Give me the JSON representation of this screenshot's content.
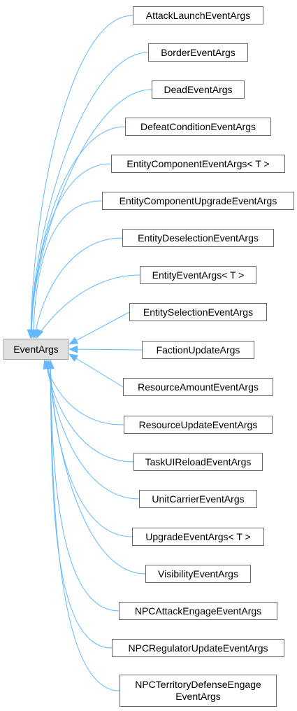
{
  "colors": {
    "edge": "#63b8ff",
    "node_border": "#666666",
    "root_fill": "#e0e0e0",
    "root_border": "#999999"
  },
  "diagram": {
    "type": "inheritance-graph",
    "base": "EventArgs",
    "derived": [
      "AttackLaunchEventArgs",
      "BorderEventArgs",
      "DeadEventArgs",
      "DefeatConditionEventArgs",
      "EntityComponentEventArgs< T >",
      "EntityComponentUpgradeEventArgs",
      "EntityDeselectionEventArgs",
      "EntityEventArgs< T >",
      "EntitySelectionEventArgs",
      "FactionUpdateArgs",
      "ResourceAmountEventArgs",
      "ResourceUpdateEventArgs",
      "TaskUIReloadEventArgs",
      "UnitCarrierEventArgs",
      "UpgradeEventArgs< T >",
      "VisibilityEventArgs",
      "NPCAttackEngageEventArgs",
      "NPCRegulatorUpdateEventArgs",
      "NPCTerritoryDefenseEngage\nEventArgs"
    ]
  }
}
